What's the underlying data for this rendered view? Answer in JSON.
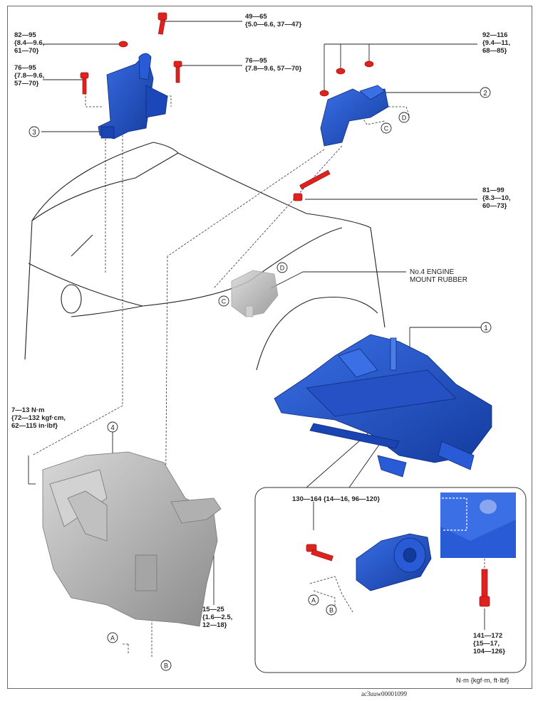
{
  "torques": {
    "t1": {
      "l1": "49—65",
      "l2": "{5.0—6.6, 37—47}"
    },
    "t2": {
      "l1": "82—95",
      "l2": "{8.4—9.6,",
      "l3": "61—70}"
    },
    "t3": {
      "l1": "76—95",
      "l2": "{7.8—9.6,",
      "l3": "57—70}"
    },
    "t4": {
      "l1": "76—95",
      "l2": "{7.8—9.6, 57—70}"
    },
    "t5": {
      "l1": "92—116",
      "l2": "{9.4—11,",
      "l3": "68—85}"
    },
    "t6": {
      "l1": "81—99",
      "l2": "{8.3—10,",
      "l3": "60—73}"
    },
    "t7": {
      "l1": "7—13 N·m",
      "l2": "{72—132 kgf·cm,",
      "l3": "62—115 in·lbf}"
    },
    "t8": {
      "l1": "130—164 {14—16, 96—120}"
    },
    "t9": {
      "l1": "15—25",
      "l2": "{1.6—2.5,",
      "l3": "12—18}"
    },
    "t10": {
      "l1": "141—172",
      "l2": "{15—17,",
      "l3": "104—126}"
    }
  },
  "callouts": {
    "c1": "1",
    "c2": "2",
    "c3": "3",
    "c4": "4"
  },
  "refs": {
    "A": "A",
    "B": "B",
    "C": "C",
    "D": "D"
  },
  "engine_mount_label": {
    "l1": "No.4 ENGINE",
    "l2": "MOUNT RUBBER"
  },
  "units_note": "N·m {kgf·m, ft·lbf}",
  "figure_id": "ac3uuw00001099",
  "colors": {
    "part_blue": "#1f4fc8",
    "part_blue_dark": "#123a99",
    "bolt_red": "#e0221f",
    "engine_gray": "#b8b8b8",
    "line": "#222222"
  }
}
